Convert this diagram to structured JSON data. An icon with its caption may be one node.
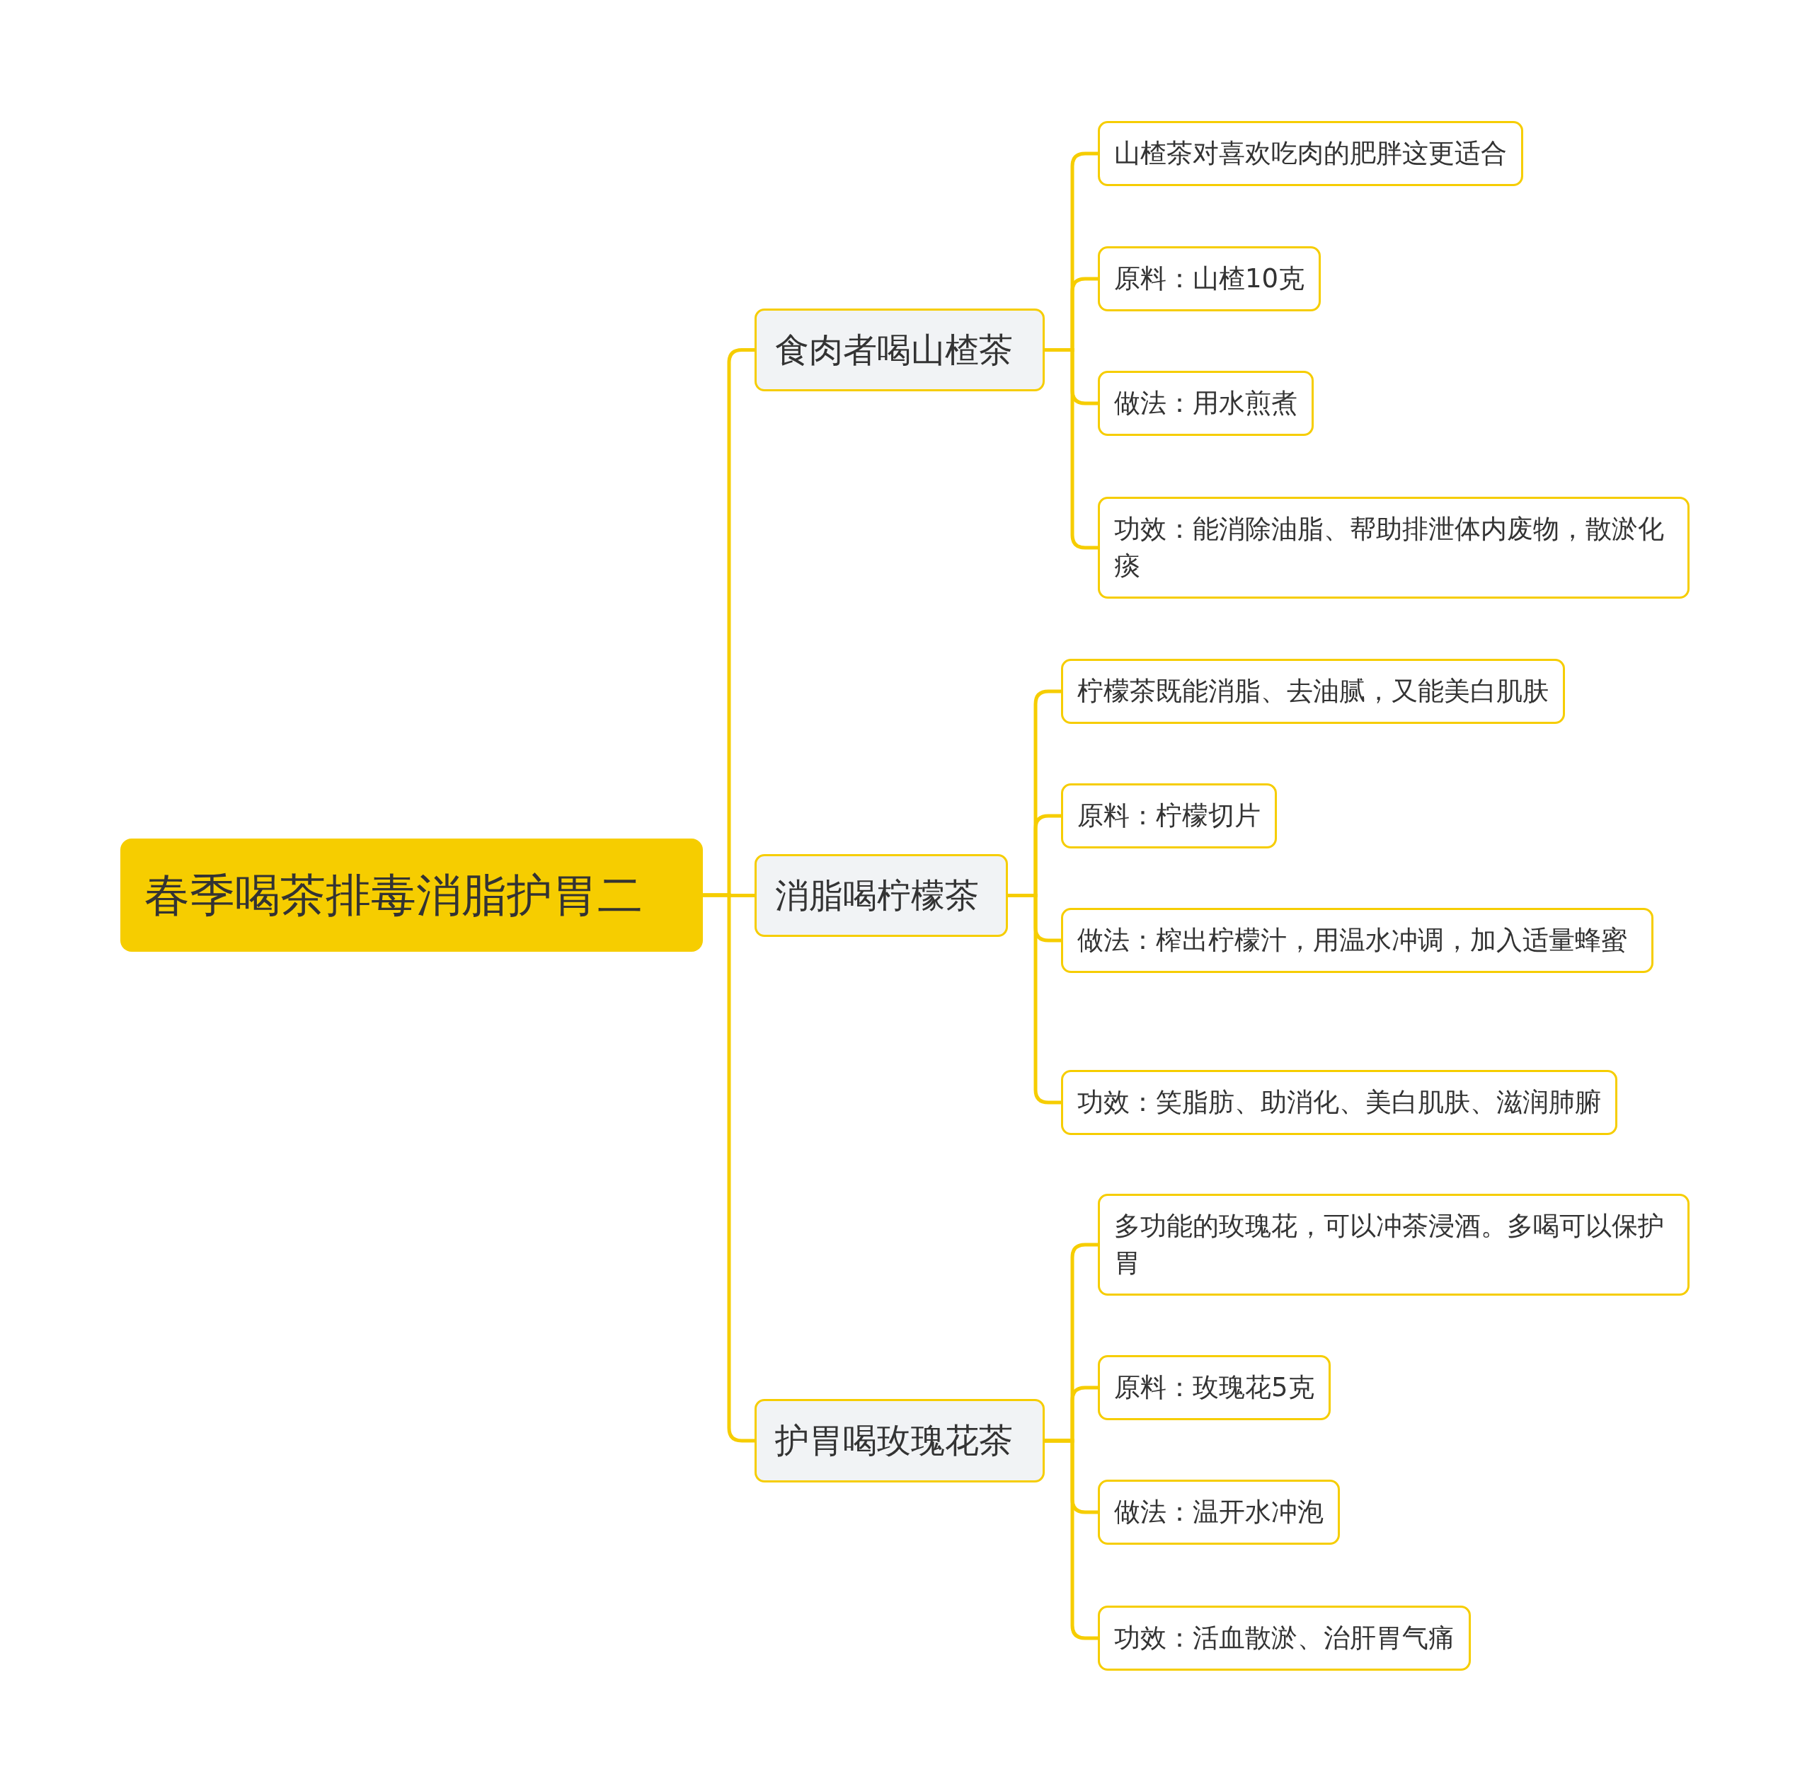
{
  "diagram": {
    "nodes": [
      {
        "text": [
          "春季喝茶排毒消脂护胃二"
        ]
      },
      {
        "text": [
          "食肉者喝山楂茶"
        ]
      },
      {
        "text": [
          "山楂茶对喜欢吃肉的肥胖这更适合"
        ]
      },
      {
        "text": [
          "原料：山楂10克"
        ]
      },
      {
        "text": [
          "做法：用水煎煮"
        ]
      },
      {
        "text": [
          "功效：能消除油脂、帮助排泄体内废物，散淤化痰"
        ]
      },
      {
        "text": [
          "消脂喝柠檬茶"
        ]
      },
      {
        "text": [
          "柠檬茶既能消脂、去油腻，又能美白肌肤"
        ]
      },
      {
        "text": [
          "原料：柠檬切片"
        ]
      },
      {
        "text": [
          "做法：榨出柠檬汁，用温水冲调，加入适量蜂蜜"
        ]
      },
      {
        "text": [
          "功效：笑脂肪、助消化、美白肌肤、滋润肺腑"
        ]
      },
      {
        "text": [
          "护胃喝玫瑰花茶"
        ]
      },
      {
        "text": [
          "多功能的玫瑰花，可以冲茶浸酒。多喝可以保护胃"
        ]
      },
      {
        "text": [
          "原料：玫瑰花5克"
        ]
      },
      {
        "text": [
          "做法：温开水冲泡"
        ]
      },
      {
        "text": [
          "功效：活血散淤、治肝胃气痛"
        ]
      }
    ],
    "edges": [
      {
        "from": 0,
        "to": 1,
        "arrow": "none"
      },
      {
        "from": 0,
        "to": 6,
        "arrow": "none"
      },
      {
        "from": 0,
        "to": 11,
        "arrow": "none"
      },
      {
        "from": 1,
        "to": 2,
        "arrow": "none"
      },
      {
        "from": 1,
        "to": 3,
        "arrow": "none"
      },
      {
        "from": 1,
        "to": 4,
        "arrow": "none"
      },
      {
        "from": 1,
        "to": 5,
        "arrow": "none"
      },
      {
        "from": 6,
        "to": 7,
        "arrow": "none"
      },
      {
        "from": 6,
        "to": 8,
        "arrow": "none"
      },
      {
        "from": 6,
        "to": 9,
        "arrow": "none"
      },
      {
        "from": 6,
        "to": 10,
        "arrow": "none"
      },
      {
        "from": 11,
        "to": 12,
        "arrow": "none"
      },
      {
        "from": 11,
        "to": 13,
        "arrow": "none"
      },
      {
        "from": 11,
        "to": 14,
        "arrow": "none"
      },
      {
        "from": 11,
        "to": 15,
        "arrow": "none"
      }
    ]
  }
}
